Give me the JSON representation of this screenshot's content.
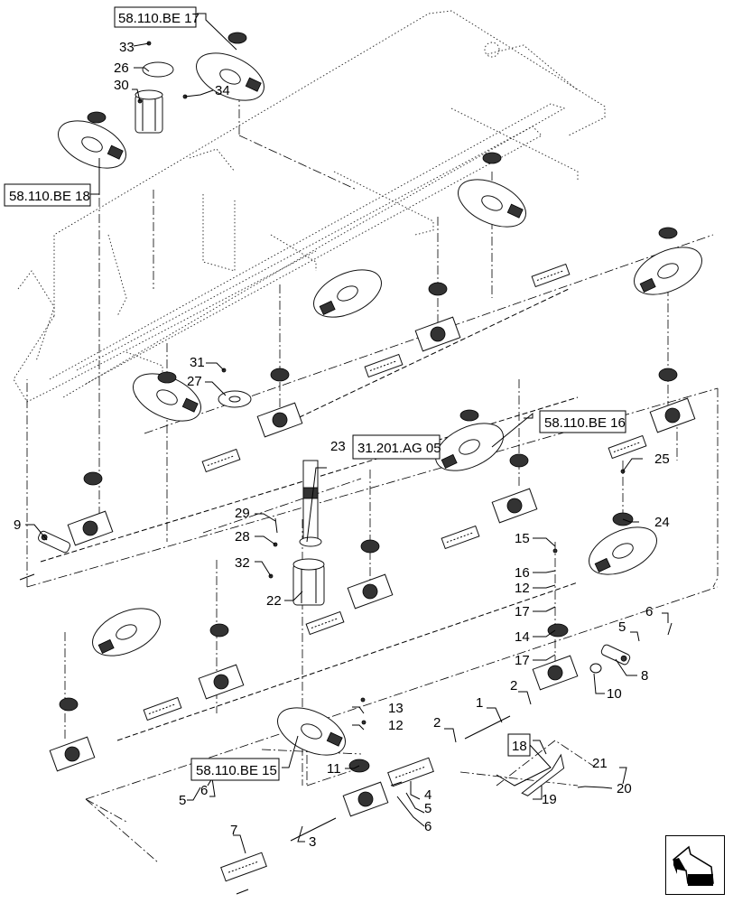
{
  "diagram": {
    "title": "Cutterbar drive assembly exploded view",
    "reference_labels": [
      {
        "id": "ref-17",
        "text": "58.110.BE 17"
      },
      {
        "id": "ref-18",
        "text": "58.110.BE 18"
      },
      {
        "id": "ref-16",
        "text": "58.110.BE 16"
      },
      {
        "id": "ref-15",
        "text": "58.110.BE 15"
      },
      {
        "id": "ref-ag05",
        "text": "31.201.AG 05"
      },
      {
        "id": "ref-kit18",
        "text": "18"
      }
    ],
    "callouts": [
      {
        "n": "1"
      },
      {
        "n": "2"
      },
      {
        "n": "2"
      },
      {
        "n": "3"
      },
      {
        "n": "4"
      },
      {
        "n": "5"
      },
      {
        "n": "5"
      },
      {
        "n": "5"
      },
      {
        "n": "6"
      },
      {
        "n": "6"
      },
      {
        "n": "6"
      },
      {
        "n": "7"
      },
      {
        "n": "8"
      },
      {
        "n": "9"
      },
      {
        "n": "10"
      },
      {
        "n": "11"
      },
      {
        "n": "12"
      },
      {
        "n": "12"
      },
      {
        "n": "13"
      },
      {
        "n": "14"
      },
      {
        "n": "15"
      },
      {
        "n": "16"
      },
      {
        "n": "17"
      },
      {
        "n": "17"
      },
      {
        "n": "19"
      },
      {
        "n": "20"
      },
      {
        "n": "21"
      },
      {
        "n": "22"
      },
      {
        "n": "23"
      },
      {
        "n": "24"
      },
      {
        "n": "25"
      },
      {
        "n": "26"
      },
      {
        "n": "27"
      },
      {
        "n": "28"
      },
      {
        "n": "29"
      },
      {
        "n": "30"
      },
      {
        "n": "31"
      },
      {
        "n": "32"
      },
      {
        "n": "33"
      },
      {
        "n": "34"
      }
    ],
    "nav_icon": "previous-page-arrow-icon"
  }
}
